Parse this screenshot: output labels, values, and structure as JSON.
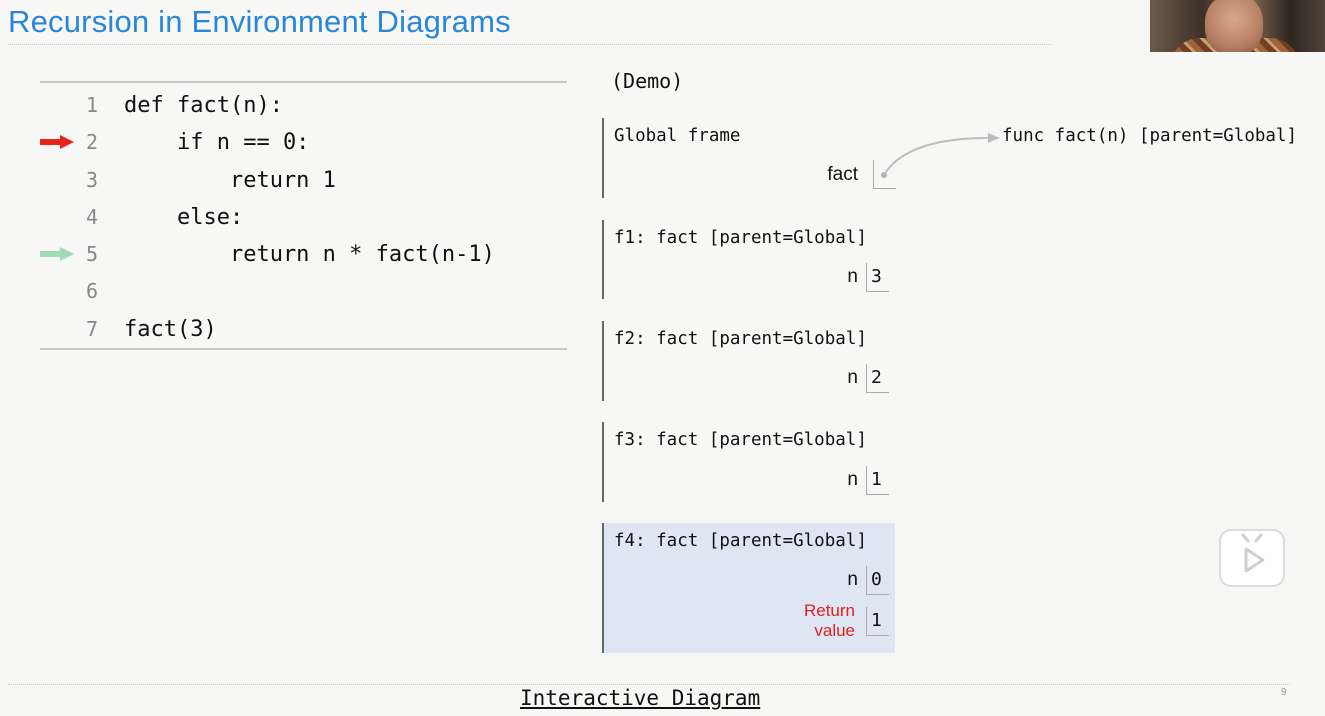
{
  "slide": {
    "title": "Recursion in Environment Diagrams",
    "demo_label": "(Demo)",
    "link_label": "Interactive Diagram",
    "page_number": "9"
  },
  "code": {
    "lines": [
      {
        "num": "1",
        "text": "def fact(n):"
      },
      {
        "num": "2",
        "text": "    if n == 0:"
      },
      {
        "num": "3",
        "text": "        return 1"
      },
      {
        "num": "4",
        "text": "    else:"
      },
      {
        "num": "5",
        "text": "        return n * fact(n-1)"
      },
      {
        "num": "6",
        "text": ""
      },
      {
        "num": "7",
        "text": "fact(3)"
      }
    ],
    "next_line_arrow_color": "#e8231a",
    "last_line_arrow_color": "#9fdcb4"
  },
  "frames": [
    {
      "label": "Global frame",
      "var": "fact",
      "value": ""
    },
    {
      "label": "f1: fact [parent=Global]",
      "var": "n",
      "value": "3"
    },
    {
      "label": "f2: fact [parent=Global]",
      "var": "n",
      "value": "2"
    },
    {
      "label": "f3: fact [parent=Global]",
      "var": "n",
      "value": "1"
    },
    {
      "label": "f4: fact [parent=Global]",
      "var": "n",
      "value": "0",
      "return_label_1": "Return",
      "return_label_2": "value",
      "return_value": "1"
    }
  ],
  "function_object": "func fact(n) [parent=Global]",
  "colors": {
    "title": "#2a86d8",
    "active_frame": "#dde6f2",
    "return_label": "#e02020"
  }
}
